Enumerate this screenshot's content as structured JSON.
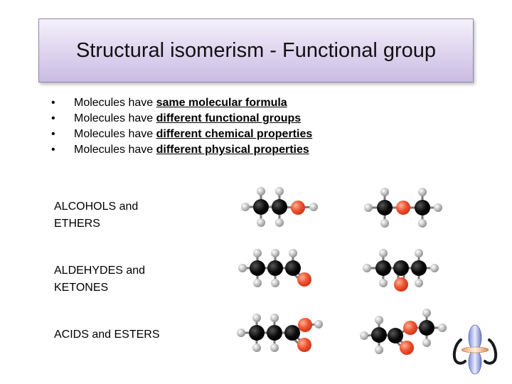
{
  "slide": {
    "title": "Structural isomerism - Functional group"
  },
  "bullets": [
    {
      "prefix": "Molecules have ",
      "emphasis": "same molecular formula"
    },
    {
      "prefix": "Molecules have ",
      "emphasis": "different functional groups"
    },
    {
      "prefix": "Molecules have ",
      "emphasis": "different chemical properties"
    },
    {
      "prefix": "Molecules have ",
      "emphasis": "different physical properties"
    }
  ],
  "bullet_glyph": "•",
  "rows": [
    {
      "line1": "ALCOHOLS and",
      "line2": "ETHERS"
    },
    {
      "line1": "ALDEHYDES and",
      "line2": "KETONES"
    },
    {
      "line1": "ACIDS and ESTERS",
      "line2": ""
    }
  ],
  "colors": {
    "carbon": "#0a0a0a",
    "oxygen": "#f0522e",
    "hydrogen": "#bdbdbd",
    "title_fill": "#ddd3ee"
  },
  "icons": {
    "decoration": "orbital-model-icon"
  }
}
